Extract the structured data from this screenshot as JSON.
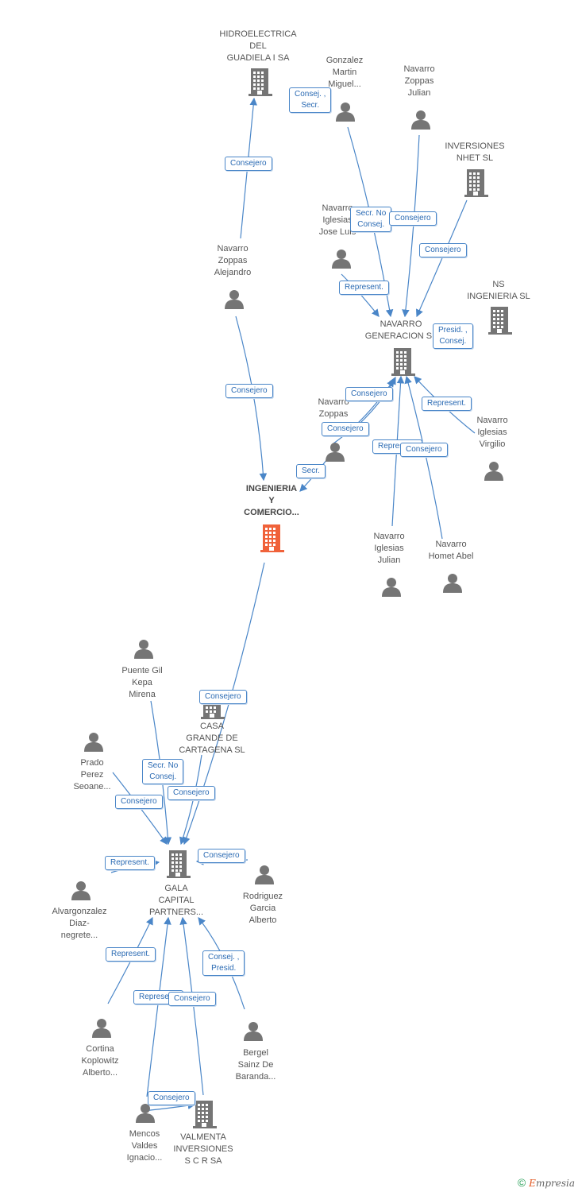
{
  "nodes": [
    {
      "id": "hidro",
      "label": "HIDROELECTRICA\nDEL\nGUADIELA I SA",
      "type": "company"
    },
    {
      "id": "gonzalez",
      "label": "Gonzalez\nMartin\nMiguel...",
      "type": "person"
    },
    {
      "id": "nzj",
      "label": "Navarro\nZoppas\nJulian",
      "type": "person"
    },
    {
      "id": "nhet",
      "label": "INVERSIONES\nNHET SL",
      "type": "company"
    },
    {
      "id": "nijl",
      "label": "Navarro\nIglesias\nJose Luis",
      "type": "person"
    },
    {
      "id": "nza",
      "label": "Navarro\nZoppas\nAlejandro",
      "type": "person"
    },
    {
      "id": "ns",
      "label": "NS\nINGENIERIA SL",
      "type": "company"
    },
    {
      "id": "navgen",
      "label": "NAVARRO\nGENERACION SL",
      "type": "company"
    },
    {
      "id": "nzm",
      "label": "Navarro\nZoppas\nM...",
      "type": "person"
    },
    {
      "id": "niv",
      "label": "Navarro\nIglesias\nVirgilio",
      "type": "person"
    },
    {
      "id": "ingcom",
      "label": "INGENIERIA\nY\nCOMERCIO...",
      "type": "main"
    },
    {
      "id": "niju",
      "label": "Navarro\nIglesias\nJulian",
      "type": "person"
    },
    {
      "id": "nha",
      "label": "Navarro\nHomet Abel",
      "type": "person"
    },
    {
      "id": "puente",
      "label": "Puente Gil\nKepa\nMirena",
      "type": "person"
    },
    {
      "id": "casa",
      "label": "CASA\nGRANDE DE\nCARTAGENA SL",
      "type": "company"
    },
    {
      "id": "prado",
      "label": "Prado\nPerez\nSeoane...",
      "type": "person"
    },
    {
      "id": "gala",
      "label": "GALA\nCAPITAL\nPARTNERS...",
      "type": "company"
    },
    {
      "id": "rodriguez",
      "label": "Rodriguez\nGarcia\nAlberto",
      "type": "person"
    },
    {
      "id": "alvar",
      "label": "Alvargonzalez\nDiaz-\nnegrete...",
      "type": "person"
    },
    {
      "id": "cortina",
      "label": "Cortina\nKoplowitz\nAlberto...",
      "type": "person"
    },
    {
      "id": "bergel",
      "label": "Bergel\nSainz De\nBaranda...",
      "type": "person"
    },
    {
      "id": "mencos",
      "label": "Mencos\nValdes\nIgnacio...",
      "type": "person"
    },
    {
      "id": "valmenta",
      "label": "VALMENTA\nINVERSIONES\nS C R SA",
      "type": "company"
    }
  ],
  "edges": [
    {
      "from": "nza",
      "to": "hidro",
      "label": "Consejero"
    },
    {
      "from": "nza",
      "to": "ingcom",
      "label": "Consejero"
    },
    {
      "from": "gonzalez",
      "to": "navgen",
      "label": "Secr. No\nConsej."
    },
    {
      "from": "nzj",
      "to": "navgen",
      "label": "Consejero"
    },
    {
      "from": "nhet",
      "to": "navgen",
      "label": "Consejero"
    },
    {
      "from": "nijl",
      "to": "navgen",
      "label": "Represent."
    },
    {
      "from": "nzm",
      "to": "navgen",
      "label": "Consejero"
    },
    {
      "from": "nzm",
      "to": "navgen",
      "label": "Consejero"
    },
    {
      "from": "nzm",
      "to": "ingcom",
      "label": "Secr."
    },
    {
      "from": "niv",
      "to": "navgen",
      "label": "Represent."
    },
    {
      "from": "niju",
      "to": "navgen",
      "label": "Represent."
    },
    {
      "from": "nha",
      "to": "navgen",
      "label": "Consejero"
    },
    {
      "from": "ingcom",
      "to": "gala",
      "label": "Consejero"
    },
    {
      "from": "puente",
      "to": "gala",
      "label": "Secr. No\nConsej."
    },
    {
      "from": "casa",
      "to": "gala",
      "label": "Consejero"
    },
    {
      "from": "prado",
      "to": "gala",
      "label": "Consejero"
    },
    {
      "from": "rodriguez",
      "to": "gala",
      "label": "Consejero"
    },
    {
      "from": "alvar",
      "to": "gala",
      "label": "Represent."
    },
    {
      "from": "cortina",
      "to": "gala",
      "label": "Represent."
    },
    {
      "from": "mencos",
      "to": "gala",
      "label": "Represent."
    },
    {
      "from": "valmenta",
      "to": "gala",
      "label": "Consejero"
    },
    {
      "from": "bergel",
      "to": "gala",
      "label": "Consej. ,\nPresid."
    },
    {
      "from": "mencos",
      "to": "valmenta",
      "label": "Consejero"
    }
  ],
  "extra_labels": [
    {
      "label": "Consej. ,\nSecr."
    },
    {
      "label": "Presid. ,\nConsej."
    }
  ],
  "colors": {
    "edge": "#4a86c8",
    "icon": "#757575",
    "main": "#f0623a"
  },
  "footer": {
    "copyright": "©",
    "brand_e": "E",
    "brand_rest": "mpresia"
  }
}
